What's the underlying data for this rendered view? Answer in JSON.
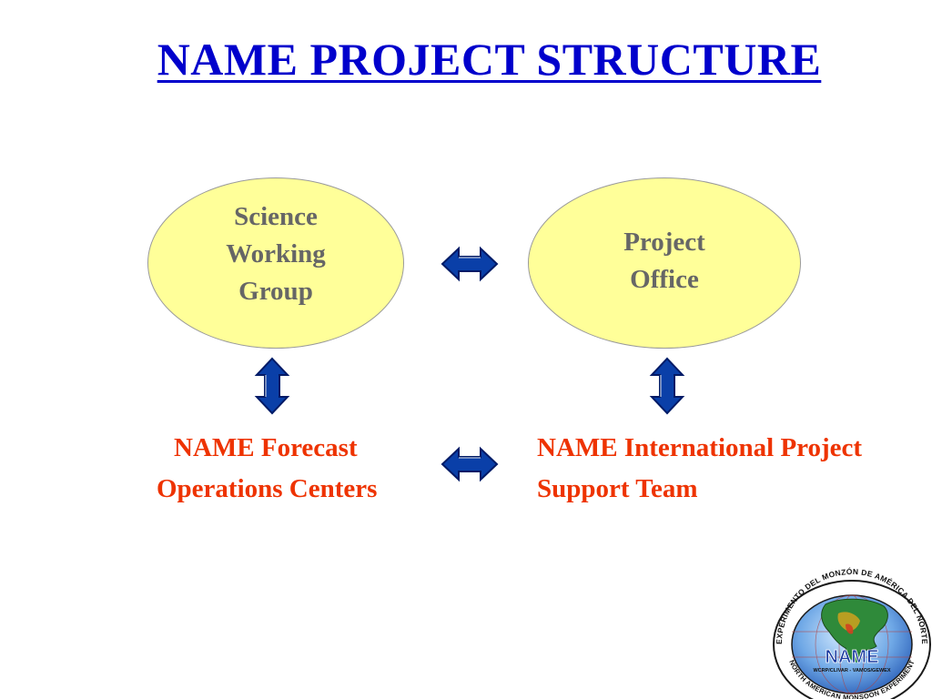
{
  "title": "NAME PROJECT STRUCTURE",
  "nodes": {
    "science_working_group": "Science\nWorking\nGroup",
    "project_office": "Project\nOffice"
  },
  "lower": {
    "forecast_line1": "NAME Forecast",
    "forecast_line2": "Operations Centers",
    "support_line1": "NAME International Project",
    "support_line2": "Support Team"
  },
  "logo": {
    "ring_text": "EXPERIMENTO DEL MONZÓN DE AMÉRICA DEL NORTE",
    "name": "NAME",
    "sub": "WCRP/CLIVAR - VAMOS/GEWEX",
    "bottom_text": "NORTH AMERICAN MONSOON EXPERIMENT"
  },
  "colors": {
    "title": "#0000cc",
    "node_fill": "#ffff99",
    "node_text": "#666666",
    "team_text": "#ee3300",
    "arrow_fill": "#0a3fa8"
  }
}
